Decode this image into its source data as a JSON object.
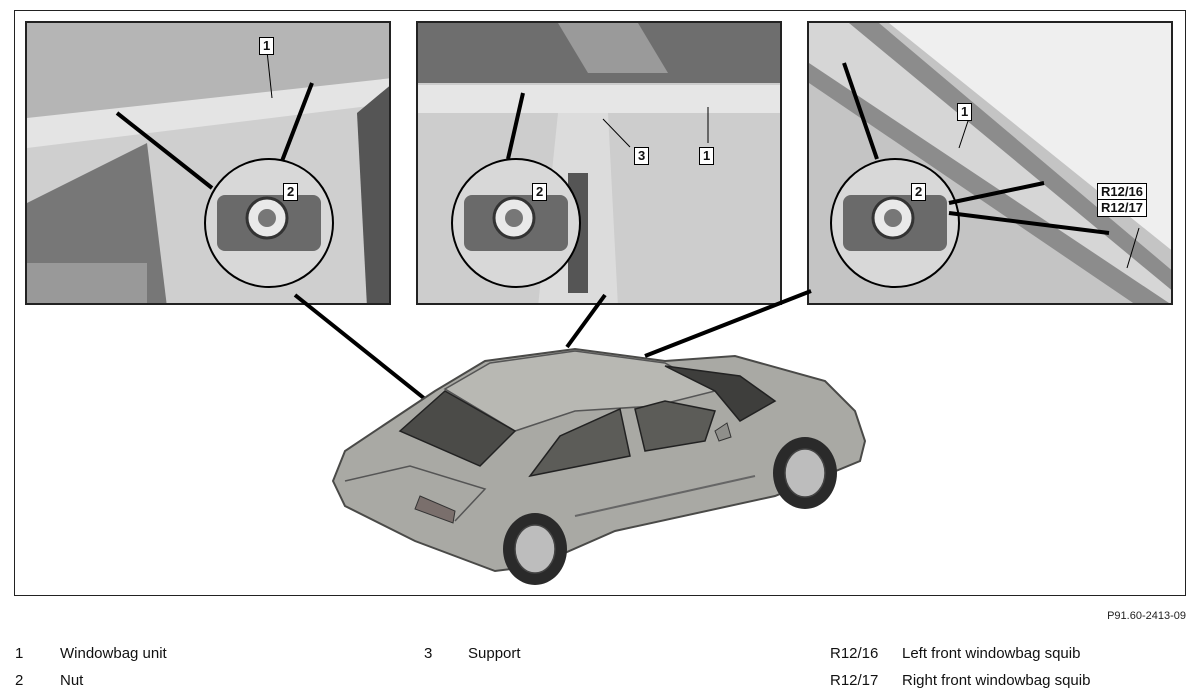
{
  "callouts": {
    "panel1_label_1": "1",
    "panel1_label_2": "2",
    "panel2_label_3": "3",
    "panel2_label_1": "1",
    "panel2_label_2": "2",
    "panel3_label_1": "1",
    "panel3_label_2": "2",
    "panel3_label_r1": "R12/16",
    "panel3_label_r2": "R12/17"
  },
  "figure_id": "P91.60-2413-09",
  "legend": [
    {
      "num": "1",
      "text": "Windowbag unit"
    },
    {
      "num": "2",
      "text": "Nut"
    },
    {
      "num": "3",
      "text": "Support"
    },
    {
      "num": "R12/16",
      "text": "Left front windowbag squib"
    },
    {
      "num": "R12/17",
      "text": "Right front windowbag squib"
    }
  ],
  "colors": {
    "photo_gray": "#c9c9c9",
    "car_body": "#a9a9a4",
    "line": "#000000"
  }
}
